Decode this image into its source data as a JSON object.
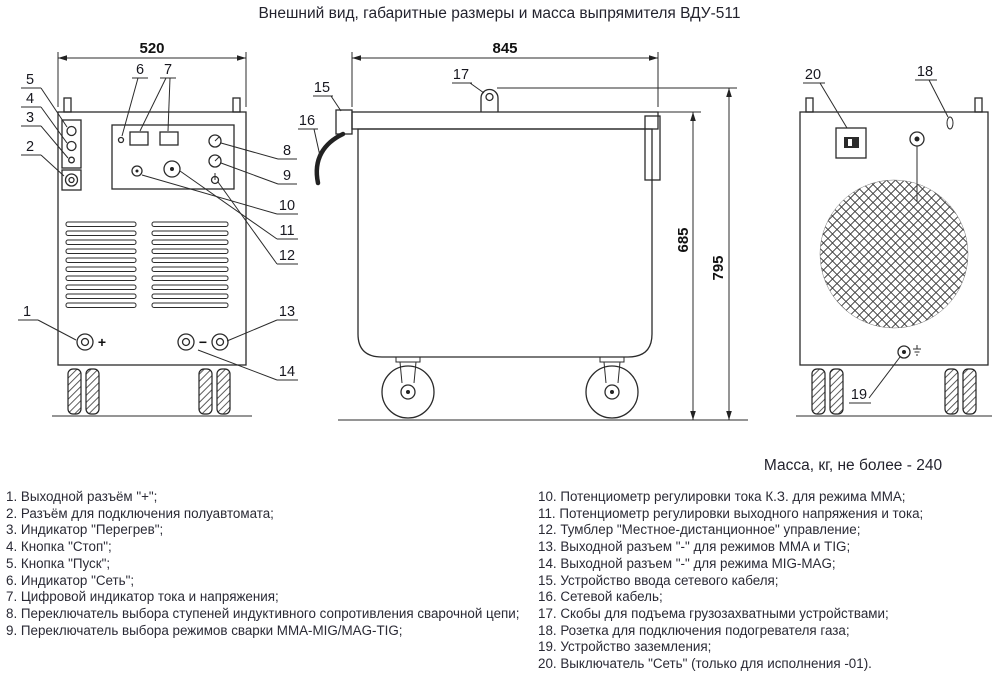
{
  "title": "Внешний вид, габаритные размеры и масса выпрямителя ВДУ-511",
  "mass_note": "Масса, кг, не более - 240",
  "dims": {
    "front_width": "520",
    "side_width": "845",
    "body_height": "685",
    "total_height": "795"
  },
  "signs": {
    "plus": "+",
    "minus": "−"
  },
  "callouts": {
    "c1": "1",
    "c2": "2",
    "c3": "3",
    "c4": "4",
    "c5": "5",
    "c6": "6",
    "c7": "7",
    "c8": "8",
    "c9": "9",
    "c10": "10",
    "c11": "11",
    "c12": "12",
    "c13": "13",
    "c14": "14",
    "c15": "15",
    "c16": "16",
    "c17": "17",
    "c18": "18",
    "c19": "19",
    "c20": "20"
  },
  "legend": {
    "left": [
      "1. Выходной разъём \"+\";",
      "2. Разъём для подключения полуавтомата;",
      "3. Индикатор \"Перегрев\";",
      "4. Кнопка \"Стоп\";",
      "5. Кнопка \"Пуск\";",
      "6. Индикатор \"Сеть\";",
      "7. Цифровой индикатор тока и напряжения;",
      "8. Переключатель выбора ступеней индуктивного сопротивления сварочной цепи;",
      "9. Переключатель выбора режимов сварки MMA-MIG/MAG-TIG;"
    ],
    "right": [
      "10. Потенциометр регулировки тока К.З. для режима MMA;",
      "11. Потенциометр регулировки выходного напряжения и тока;",
      "12. Тумблер \"Местное-дистанционное\" управление;",
      "13. Выходной разъем \"-\" для режимов MMA и TIG;",
      "14. Выходной разъем \"-\" для режима MIG-MAG;",
      "15. Устройство ввода сетевого кабеля;",
      "16. Сетевой кабель;",
      "17. Скобы для подъема грузозахватными устройствами;",
      "18. Розетка для подключения подогревателя газа;",
      "19. Устройство заземления;",
      "20. Выключатель \"Сеть\" (только для исполнения -01)."
    ]
  }
}
